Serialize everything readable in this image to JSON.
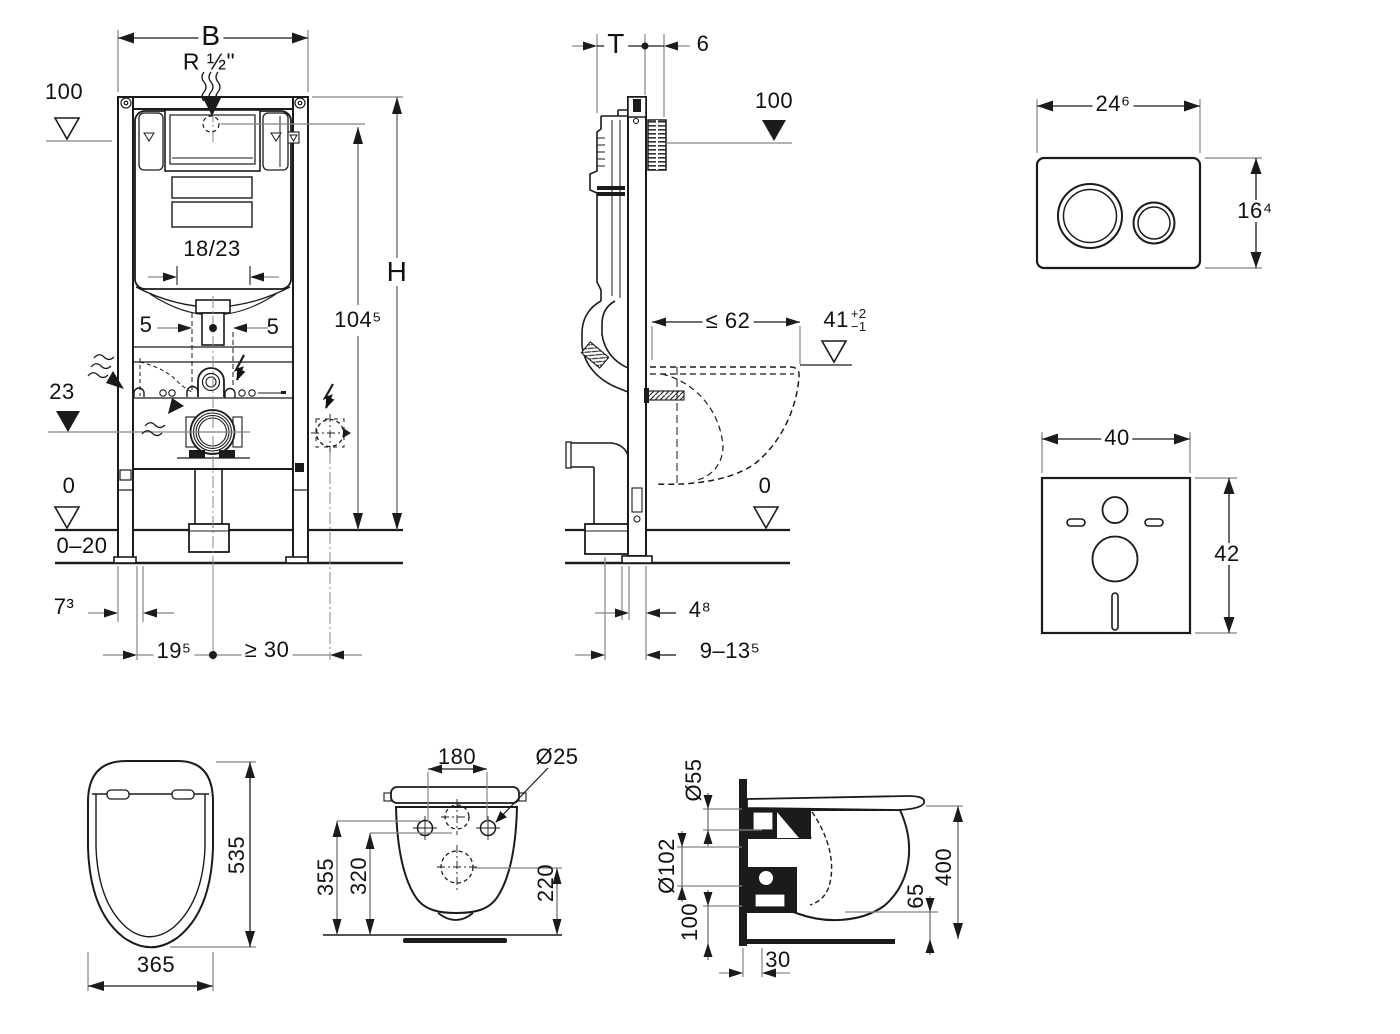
{
  "page": {
    "background": "#ffffff",
    "ink": "#1b1b1b",
    "dim_gray": "#858585"
  },
  "views": {
    "frame_front": {
      "width": "B",
      "supply_thread": "R ½\"",
      "level_100": "100",
      "service_opening": "18/23",
      "offset_left": "5",
      "offset_right": "5",
      "level_23": "23",
      "height": "H",
      "actuation_height": "104⁵",
      "level_0": "0",
      "floor_tolerance": "0–20",
      "front_offset": "7³",
      "drain_offset": "19⁵",
      "socket_clearance": "≥ 30"
    },
    "frame_side": {
      "depth": "T",
      "plate_housing": "6",
      "level_100": "100",
      "bowl_depth": "≤ 62",
      "seat_height": {
        "value": "41",
        "tol_plus": "+2",
        "tol_minus": "−1"
      },
      "level_0": "0",
      "pipe_offset": "4⁸",
      "outlet_offset": "9–13⁵"
    },
    "flush_plate": {
      "width": "24⁶",
      "height": "16⁴"
    },
    "sound_insulation_pad": {
      "width": "40",
      "height": "42"
    },
    "wc_top": {
      "depth": "535",
      "width": "365"
    },
    "wc_back": {
      "hole_spacing": "180",
      "hole_diameter": "Ø25",
      "height_top_holes": "355",
      "height_mid": "320",
      "height_outlet": "220"
    },
    "wc_side": {
      "flush_connection": "Ø55",
      "outlet_connection": "Ø102",
      "outlet_height": "100",
      "bottom_clearance": "65",
      "total_height": "400",
      "wall_offset": "30"
    }
  }
}
